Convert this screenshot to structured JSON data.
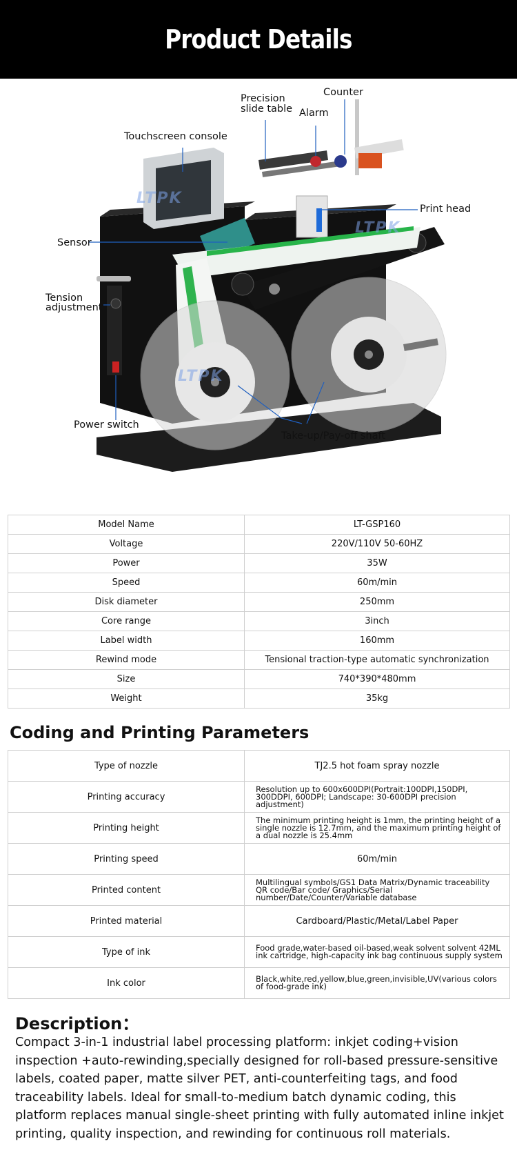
{
  "header": {
    "title": "Product Details"
  },
  "figure": {
    "watermark": "LTPK",
    "callouts": {
      "counter": "Counter",
      "precision_line1": "Precision",
      "precision_line2": "slide table",
      "alarm": "Alarm",
      "touchscreen": "Touchscreen console",
      "print_head": "Print head",
      "sensor": "Sensor",
      "tension_line1": "Tension",
      "tension_line2": "adjustment",
      "power_switch": "Power switch",
      "shaft": "Take-up/Pay-off shaft"
    }
  },
  "spec_table": [
    {
      "key": "Model Name",
      "value": "LT-GSP160"
    },
    {
      "key": "Voltage",
      "value": "220V/110V 50-60HZ"
    },
    {
      "key": "Power",
      "value": "35W"
    },
    {
      "key": "Speed",
      "value": "60m/min"
    },
    {
      "key": "Disk diameter",
      "value": "250mm"
    },
    {
      "key": "Core range",
      "value": "3inch"
    },
    {
      "key": "Label width",
      "value": "160mm"
    },
    {
      "key": "Rewind mode",
      "value": "Tensional traction-type automatic synchronization"
    },
    {
      "key": "Size",
      "value": "740*390*480mm"
    },
    {
      "key": "Weight",
      "value": "35kg"
    }
  ],
  "params_title": "Coding and Printing Parameters",
  "params_table": [
    {
      "key": "Type of nozzle",
      "value": "TJ2.5 hot foam spray nozzle"
    },
    {
      "key": "Printing accuracy",
      "value": "Resolution up to 600x600DPI(Portrait:100DPI,150DPI, 300DDPI, 600DPI; Landscape: 30-600DPI precision adjustment)"
    },
    {
      "key": "Printing height",
      "value": "The minimum printing height is 1mm, the printing height of a single nozzle is 12.7mm, and the maximum printing height of a dual nozzle is 25.4mm"
    },
    {
      "key": "Printing speed",
      "value": "60m/min"
    },
    {
      "key": "Printed content",
      "value": "Multilingual symbols/GS1 Data Matrix/Dynamic traceability QR code/Bar code/ Graphics/Serial number/Date/Counter/Variable database"
    },
    {
      "key": "Printed material",
      "value": "Cardboard/Plastic/Metal/Label Paper"
    },
    {
      "key": "Type of ink",
      "value": "Food grade,water-based oil-based,weak solvent solvent 42ML ink cartridge, high-capacity ink bag continuous supply system"
    },
    {
      "key": "Ink color",
      "value": "Black,white,red,yellow,blue,green,invisible,UV(various colors of food-grade ink)"
    }
  ],
  "description": {
    "title": "Description：",
    "body": "Compact 3-in-1 industrial label processing platform: inkjet coding+vision inspection +auto-rewinding,specially designed for roll-based pressure-sensitive labels, coated paper, matte silver PET, anti-counterfeiting tags, and food traceability labels. Ideal for small-to-medium batch dynamic coding, this platform replaces manual single-sheet printing with fully automated inline inkjet printing, quality inspection, and rewinding for continuous roll materials."
  }
}
